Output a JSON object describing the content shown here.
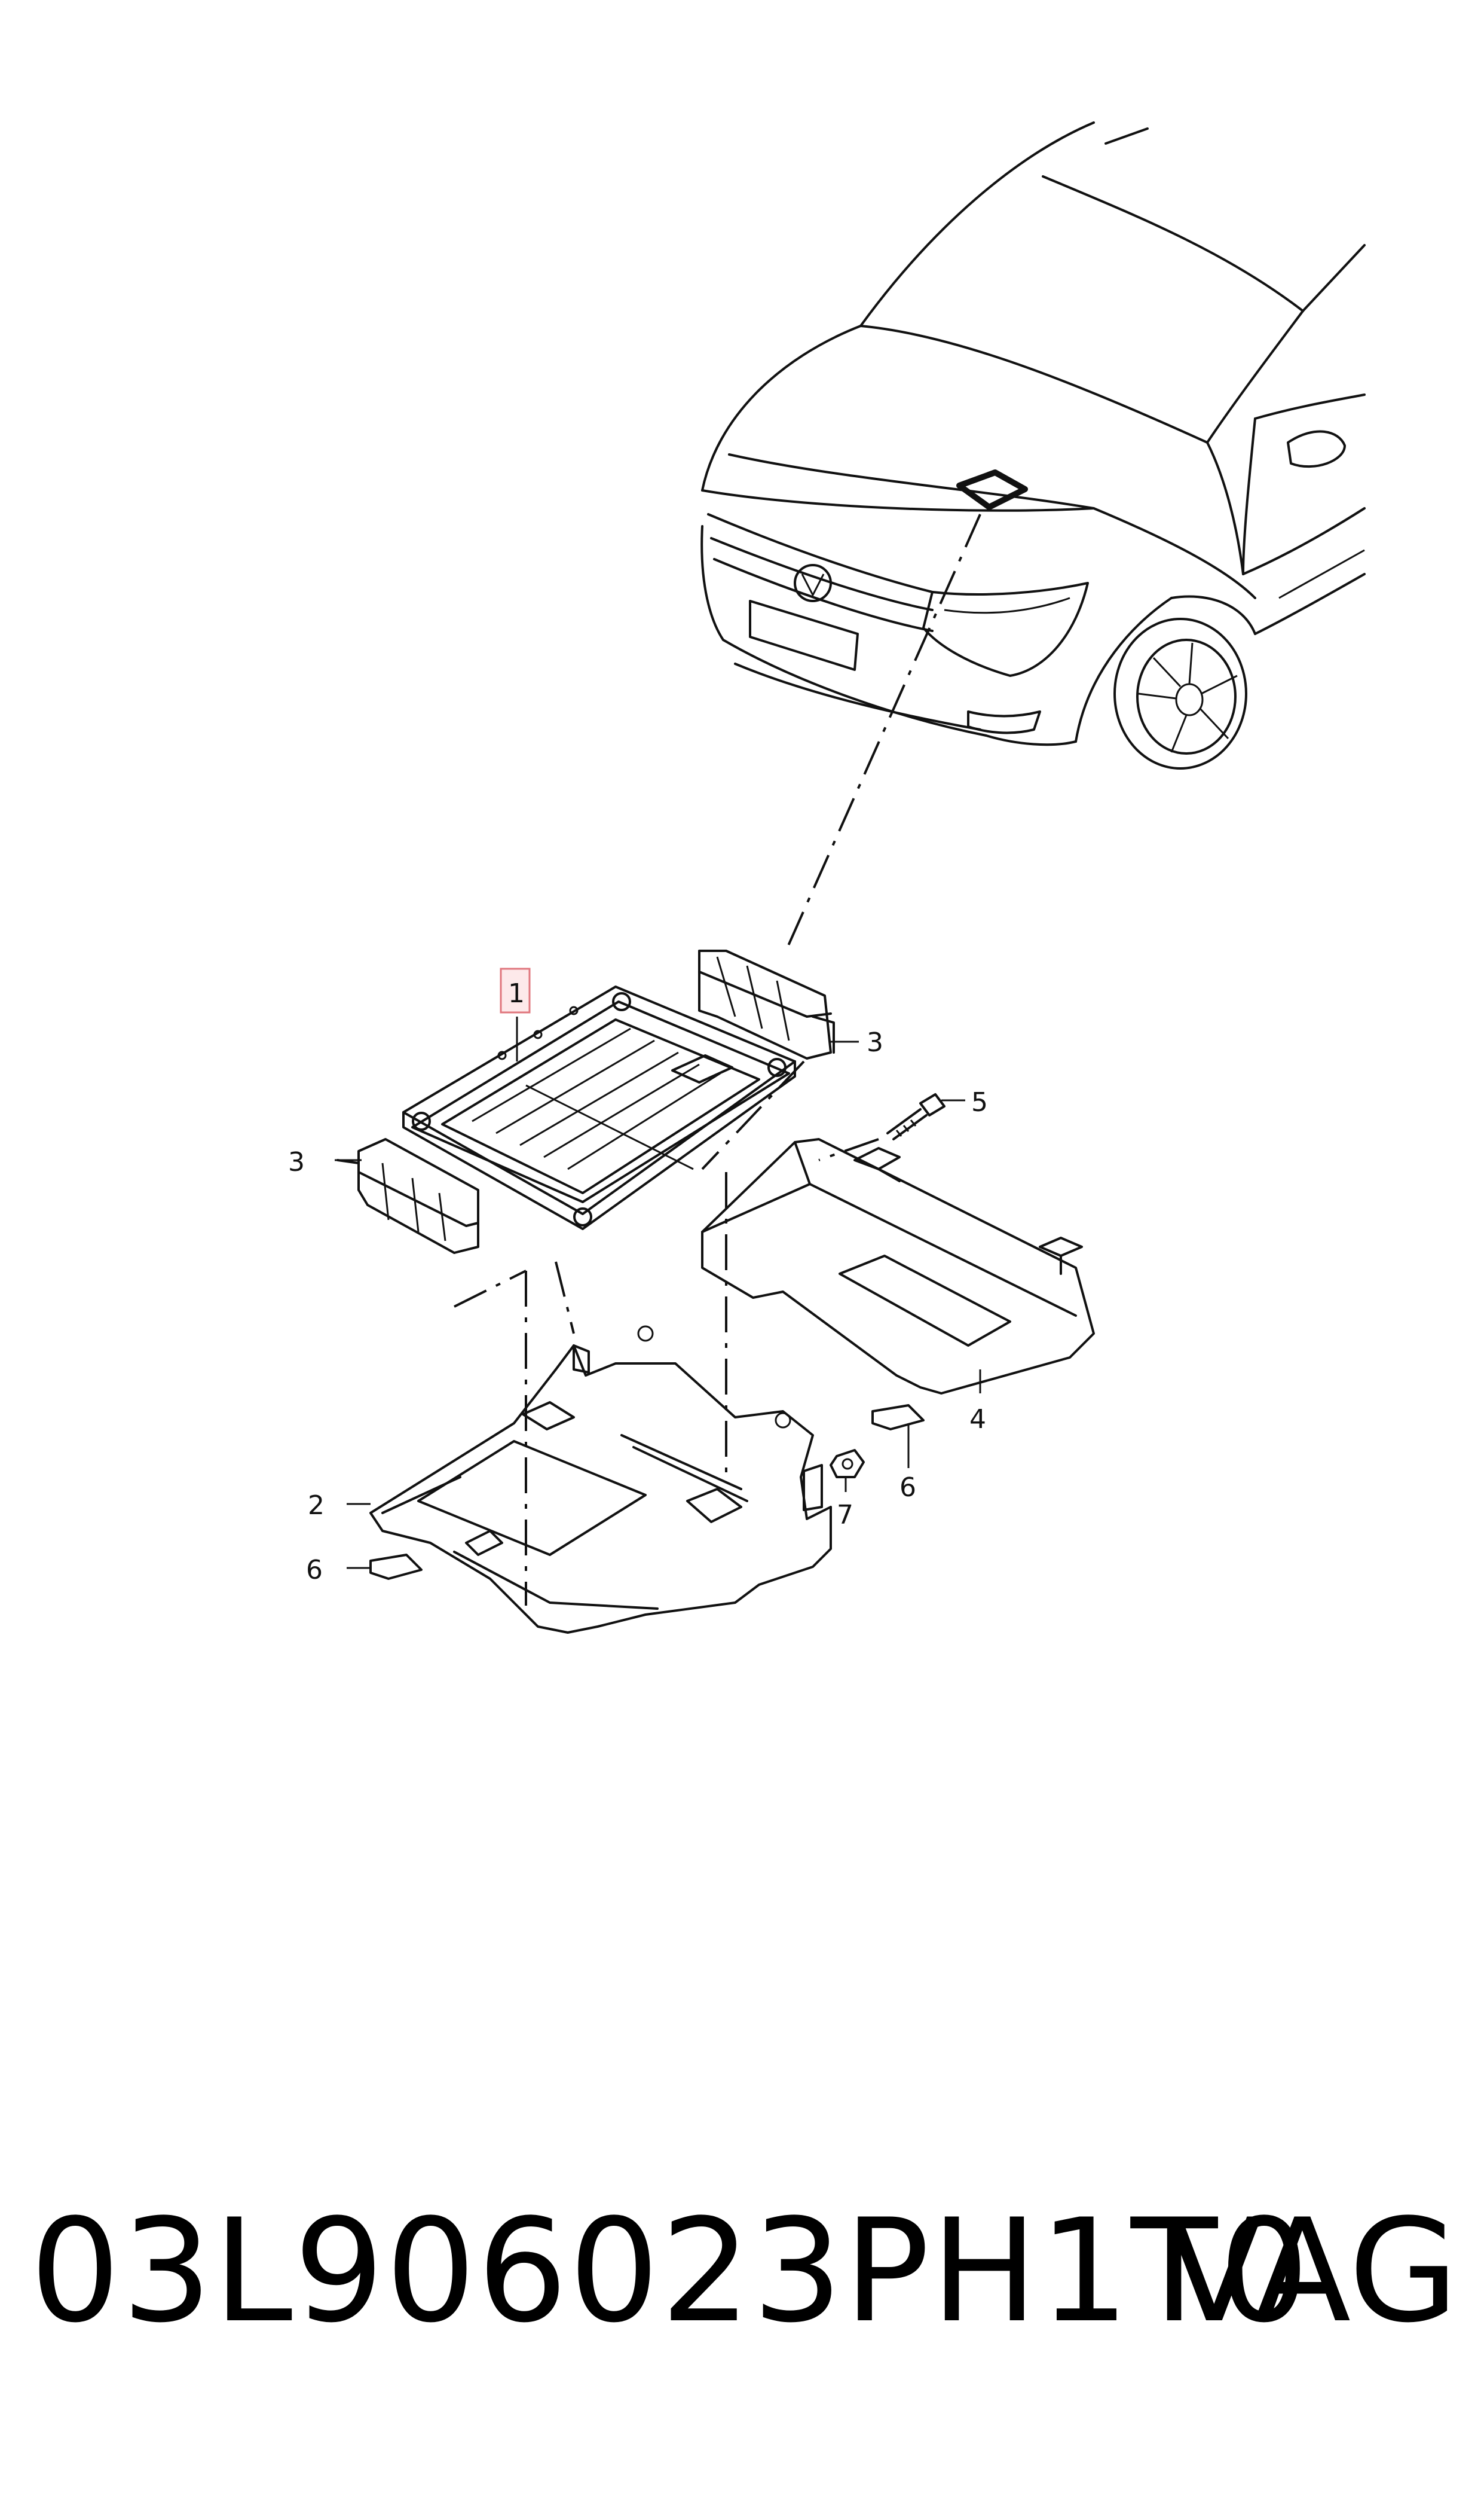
{
  "diagram": {
    "callouts": [
      {
        "id": "1",
        "label": "1",
        "highlighted": true
      },
      {
        "id": "2",
        "label": "2"
      },
      {
        "id": "3a",
        "label": "3"
      },
      {
        "id": "3b",
        "label": "3"
      },
      {
        "id": "4",
        "label": "4"
      },
      {
        "id": "5",
        "label": "5"
      },
      {
        "id": "6a",
        "label": "6"
      },
      {
        "id": "6b",
        "label": "6"
      },
      {
        "id": "7",
        "label": "7"
      }
    ],
    "highlight_color": "#e0767d"
  },
  "footer": {
    "part_number": "03L906023PH1T0",
    "brand": "VAG"
  }
}
